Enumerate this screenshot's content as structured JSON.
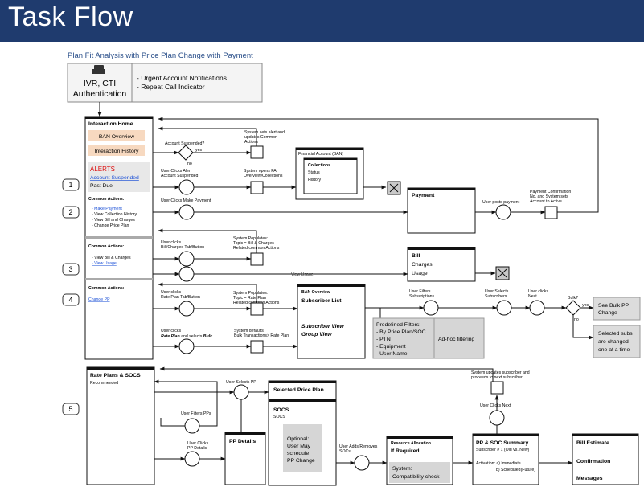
{
  "banner": {
    "title": "Task Flow"
  },
  "diagram": {
    "subtitle": "Plan Fit Analysis with Price Plan Change with Payment",
    "ivr": {
      "line1": "IVR, CTI",
      "line2": "Authentication"
    },
    "notes": [
      "- Urgent Account Notifications",
      "- Repeat Call Indicator"
    ],
    "interaction_home": {
      "title": "Interaction Home",
      "ban_overview": "BAN Overview",
      "interaction_history": "Interaction History",
      "alerts": "ALERTS",
      "account_suspended": "Account Suspended",
      "past_due": "Past Due",
      "common_actions_label": "Common Actions:",
      "actions_1": [
        "- Make Payment",
        "- View Collection History",
        "- View Bill and Charges",
        "- Change Price Plan"
      ],
      "actions_2": [
        "- View Bill & Charges",
        "- View Usage"
      ],
      "change_pp": "Change PP"
    },
    "step_numbers": [
      "1",
      "2",
      "3",
      "4",
      "5"
    ],
    "labels": {
      "account_suspended_q": "Account Suspended?",
      "yes": "yes",
      "no": "no",
      "system_sets_alert": [
        "System sets alert and",
        "updates Common",
        "Actions"
      ],
      "user_clicks_alert": [
        "User Clicks Alert",
        "Account Suspended"
      ],
      "system_opens_fa": [
        "System opens FA",
        "Overview/Collections"
      ],
      "user_clicks_make_payment": "User Clicks Make Payment",
      "user_posts_payment": "User posts payment",
      "payment_confirmation": [
        "Payment Confirmation",
        "No. and System sets",
        "Account to Active"
      ],
      "user_clicks_bill": [
        "User clicks",
        "Bill/Charges Tab/Button"
      ],
      "system_populates_bill": [
        "System Populates:",
        "Topic = Bill & Charges",
        "Related common Actions"
      ],
      "view_usage": "View Usage",
      "user_clicks_rate": [
        "User clicks",
        "Rate Plan Tab/Button"
      ],
      "system_populates_rate": [
        "System Populates:",
        "Topic = Rate Plan",
        "Related common Actions"
      ],
      "user_clicks_rate_bulk_a": "User clicks",
      "user_clicks_rate_bulk_b1": "Rate Plan",
      "user_clicks_rate_bulk_b2": " and selects ",
      "user_clicks_rate_bulk_b3": "Bulk",
      "system_defaults": [
        "System defaults",
        "Bulk Transactions> Rate Plan"
      ],
      "user_filters_subs": [
        "User Filters",
        "Subscriptions"
      ],
      "user_selects_subs": [
        "User Selects",
        "Subscribers"
      ],
      "user_clicks_next": [
        "User clicks",
        "Next"
      ],
      "bulk_q": "Bulk?",
      "system_updates_subscriber": [
        "System updates subscriber and",
        "proceeds to next subscriber"
      ],
      "user_clicks_next2": "User Clicks Next",
      "user_selects_pp": "User Selects PP",
      "user_filters_pps": "User Filters PPs",
      "user_clicks_pp_details": [
        "User Clicks",
        "PP Details"
      ],
      "user_adds_socs": [
        "User Adds/Removes",
        "SOCs"
      ]
    },
    "financial_account": {
      "title": "Financial Account (BAN)",
      "collections": "Collections",
      "status": "Status",
      "history": "History"
    },
    "payment": "Payment",
    "bill": {
      "title": "Bill",
      "charges": "Charges",
      "usage": "Usage"
    },
    "subscriber_list": {
      "header": "BAN Overview",
      "title": "Subscriber List",
      "subscriber_view": "Subscriber View",
      "group_view": "Group View"
    },
    "filters": {
      "title": "Predefined Filters:",
      "items": [
        "- By Price Plan/SOC",
        "- PTN",
        "- Equipment",
        "- User Name"
      ],
      "adhoc": "Ad-hoc filtering"
    },
    "see_bulk": [
      "See Bulk PP",
      "Change"
    ],
    "selected_subs": [
      "Selected subs",
      "are changed",
      "one at a time"
    ],
    "rate_plans": {
      "title": "Rate Plans & SOCS",
      "sub": "Recommended"
    },
    "pp_details": "PP Details",
    "selected_price_plan": "Selected Price  Plan",
    "socs": {
      "title": "SOCS",
      "sub": "SOCS",
      "optional": [
        "Optional:",
        "User May",
        "schedule",
        "PP Change"
      ]
    },
    "resource_allocation": {
      "title": "Resource Allocation",
      "sub": "If Required",
      "system": [
        "System:",
        "Compatibility check"
      ]
    },
    "pp_summary": {
      "title": "PP & SOC Summary",
      "sub": "Subscriber # 1 (Old vs. New)",
      "activation": "Activation: a) Immediate",
      "scheduled": "b) Scheduled(Future)"
    },
    "bill_estimate": {
      "title": "Bill Estimate",
      "confirmation": "Confirmation",
      "messages": "Messages"
    }
  }
}
